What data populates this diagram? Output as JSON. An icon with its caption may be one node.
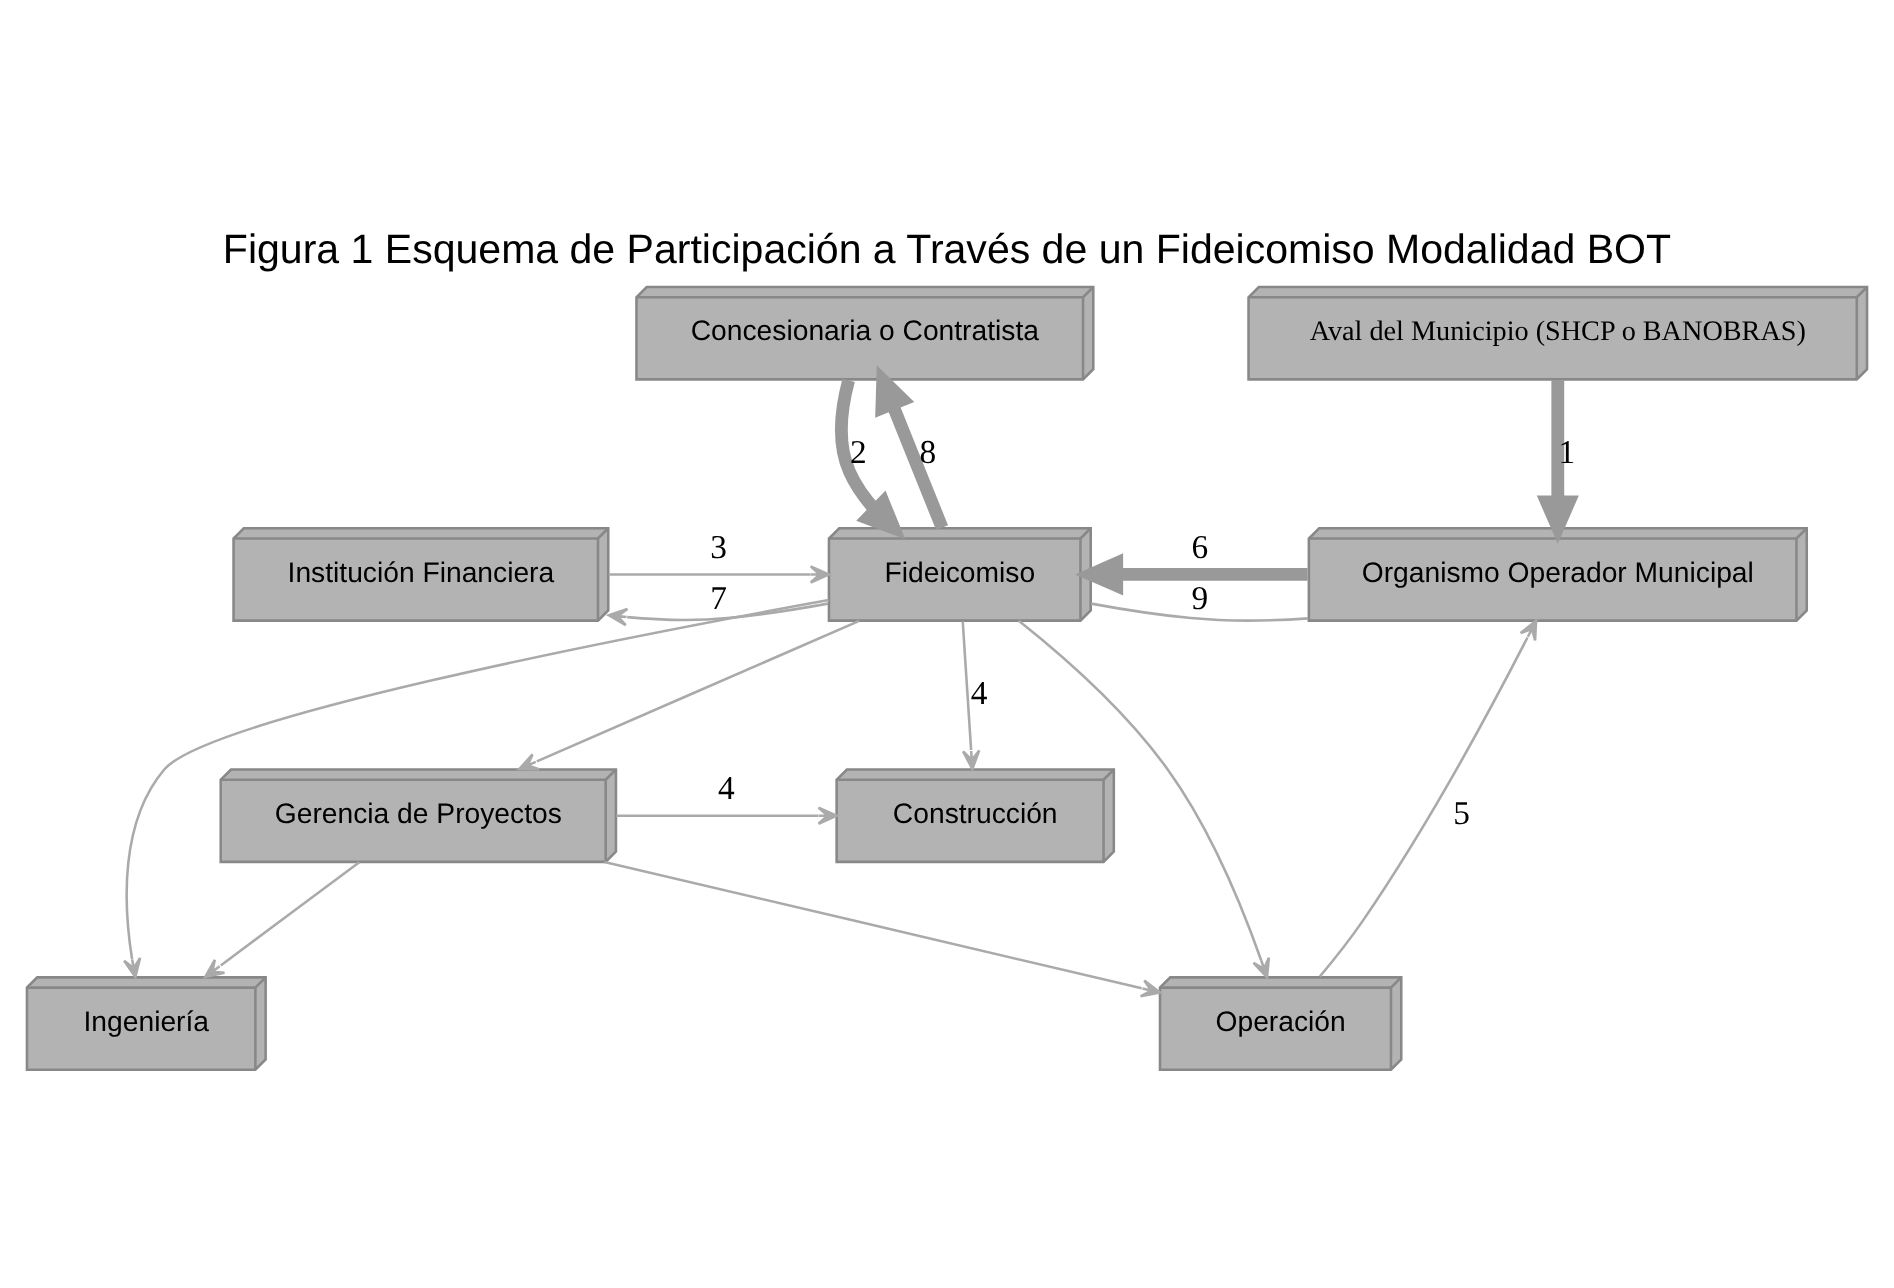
{
  "diagram": {
    "title": "Figura 1 Esquema de Participación a Través de un Fideicomiso Modalidad BOT",
    "nodes": [
      {
        "text": [
          "Concesionaria o Contratista"
        ]
      },
      {
        "text": [
          "Aval del Municipio (SHCP o BANOBRAS)"
        ]
      },
      {
        "text": [
          "Institución Financiera"
        ]
      },
      {
        "text": [
          "Fideicomiso"
        ]
      },
      {
        "text": [
          "Organismo Operador Municipal"
        ]
      },
      {
        "text": [
          "Ingeniería"
        ]
      },
      {
        "text": [
          "Construcción"
        ]
      },
      {
        "text": [
          "Operación"
        ]
      },
      {
        "text": [
          "Gerencia de Proyectos"
        ]
      }
    ],
    "edges": [
      {
        "from": 1,
        "to": 4,
        "arrow": "to",
        "label": "1",
        "style": "thick"
      },
      {
        "from": 0,
        "to": 3,
        "arrow": "to",
        "label": "2",
        "style": "thick"
      },
      {
        "from": 3,
        "to": 0,
        "arrow": "to",
        "label": "8",
        "style": "thick"
      },
      {
        "from": 2,
        "to": 3,
        "arrow": "to",
        "label": "3"
      },
      {
        "from": 3,
        "to": 2,
        "arrow": "to",
        "label": "7"
      },
      {
        "from": 4,
        "to": 3,
        "arrow": "to",
        "label": "6",
        "style": "thick"
      },
      {
        "from": 3,
        "to": 4,
        "arrow": "none",
        "label": "9"
      },
      {
        "from": 3,
        "to": 5,
        "arrow": "to"
      },
      {
        "from": 3,
        "to": 6,
        "arrow": "to",
        "label": "4"
      },
      {
        "from": 3,
        "to": 7,
        "arrow": "to"
      },
      {
        "from": 3,
        "to": 8,
        "arrow": "to"
      },
      {
        "from": 8,
        "to": 5,
        "arrow": "to"
      },
      {
        "from": 8,
        "to": 6,
        "arrow": "to",
        "label": "4"
      },
      {
        "from": 8,
        "to": 7,
        "arrow": "to"
      },
      {
        "from": 7,
        "to": 4,
        "arrow": "to",
        "label": "5"
      }
    ]
  }
}
